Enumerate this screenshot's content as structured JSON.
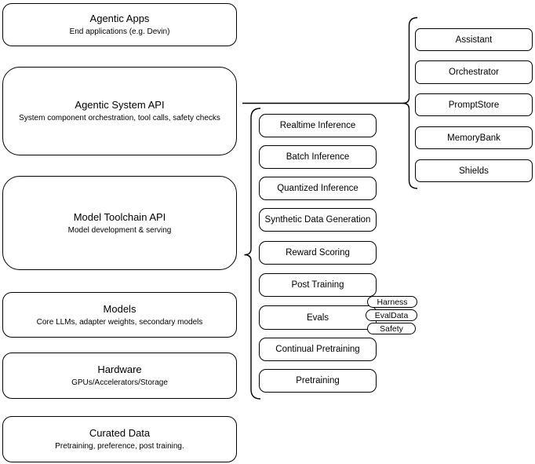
{
  "diagram": {
    "left_stack": [
      {
        "title": "Agentic Apps",
        "subtitle": "End applications (e.g. Devin)"
      },
      {
        "title": "Agentic System API",
        "subtitle": "System component orchestration, tool calls, safety checks"
      },
      {
        "title": "Model Toolchain API",
        "subtitle": "Model development & serving"
      },
      {
        "title": "Models",
        "subtitle": "Core LLMs, adapter weights, secondary models"
      },
      {
        "title": "Hardware",
        "subtitle": "GPUs/Accelerators/Storage"
      },
      {
        "title": "Curated Data",
        "subtitle": "Pretraining, preference, post training."
      }
    ],
    "toolchain_items": [
      "Realtime Inference",
      "Batch Inference",
      "Quantized Inference",
      "Synthetic Data Generation",
      "Reward Scoring",
      "Post Training",
      "Evals",
      "Continual Pretraining",
      "Pretraining"
    ],
    "eval_tags": [
      "Harness",
      "EvalData",
      "Safety"
    ],
    "system_components": [
      "Assistant",
      "Orchestrator",
      "PromptStore",
      "MemoryBank",
      "Shields"
    ],
    "colors": {
      "stroke": "#000000",
      "fill": "#ffffff",
      "background": "#ffffff"
    }
  }
}
